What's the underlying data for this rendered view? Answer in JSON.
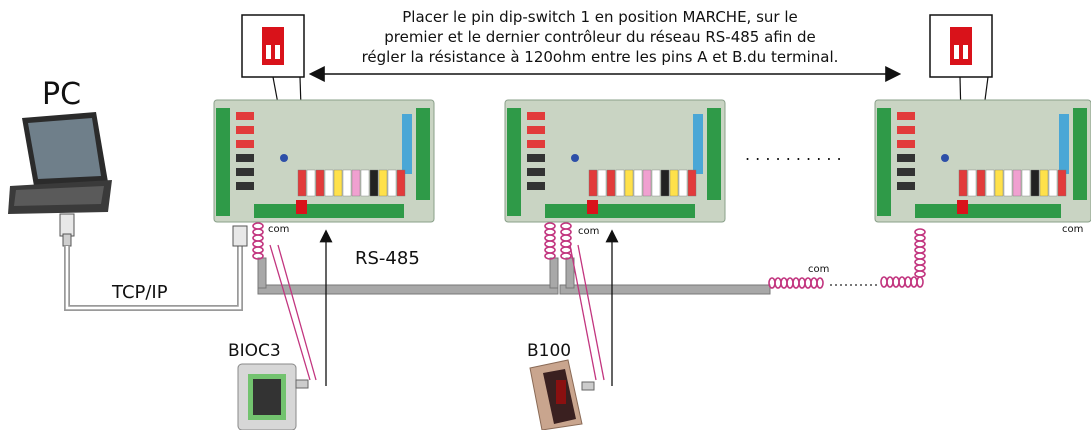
{
  "note": {
    "lines": [
      "Placer le pin dip-switch 1 en position MARCHE, sur le",
      "premier et le dernier contrôleur du réseau RS-485 afin de",
      "régler la résistance à 120ohm entre les pins A et B.du terminal."
    ]
  },
  "labels": {
    "pc": "PC",
    "tcpip": "TCP/IP",
    "rs485": "RS-485",
    "ellipsis": ". . . . . . . . . .",
    "com": "com",
    "bioc3": "BIOC3",
    "b100": "B100"
  },
  "colors": {
    "pcb": "#c9d4c3",
    "terminal": "#2f9a48",
    "dip": "#d9121a",
    "coil": "#c2357f",
    "bus": "#a8a8a8",
    "cable": "#b7b7b7"
  }
}
